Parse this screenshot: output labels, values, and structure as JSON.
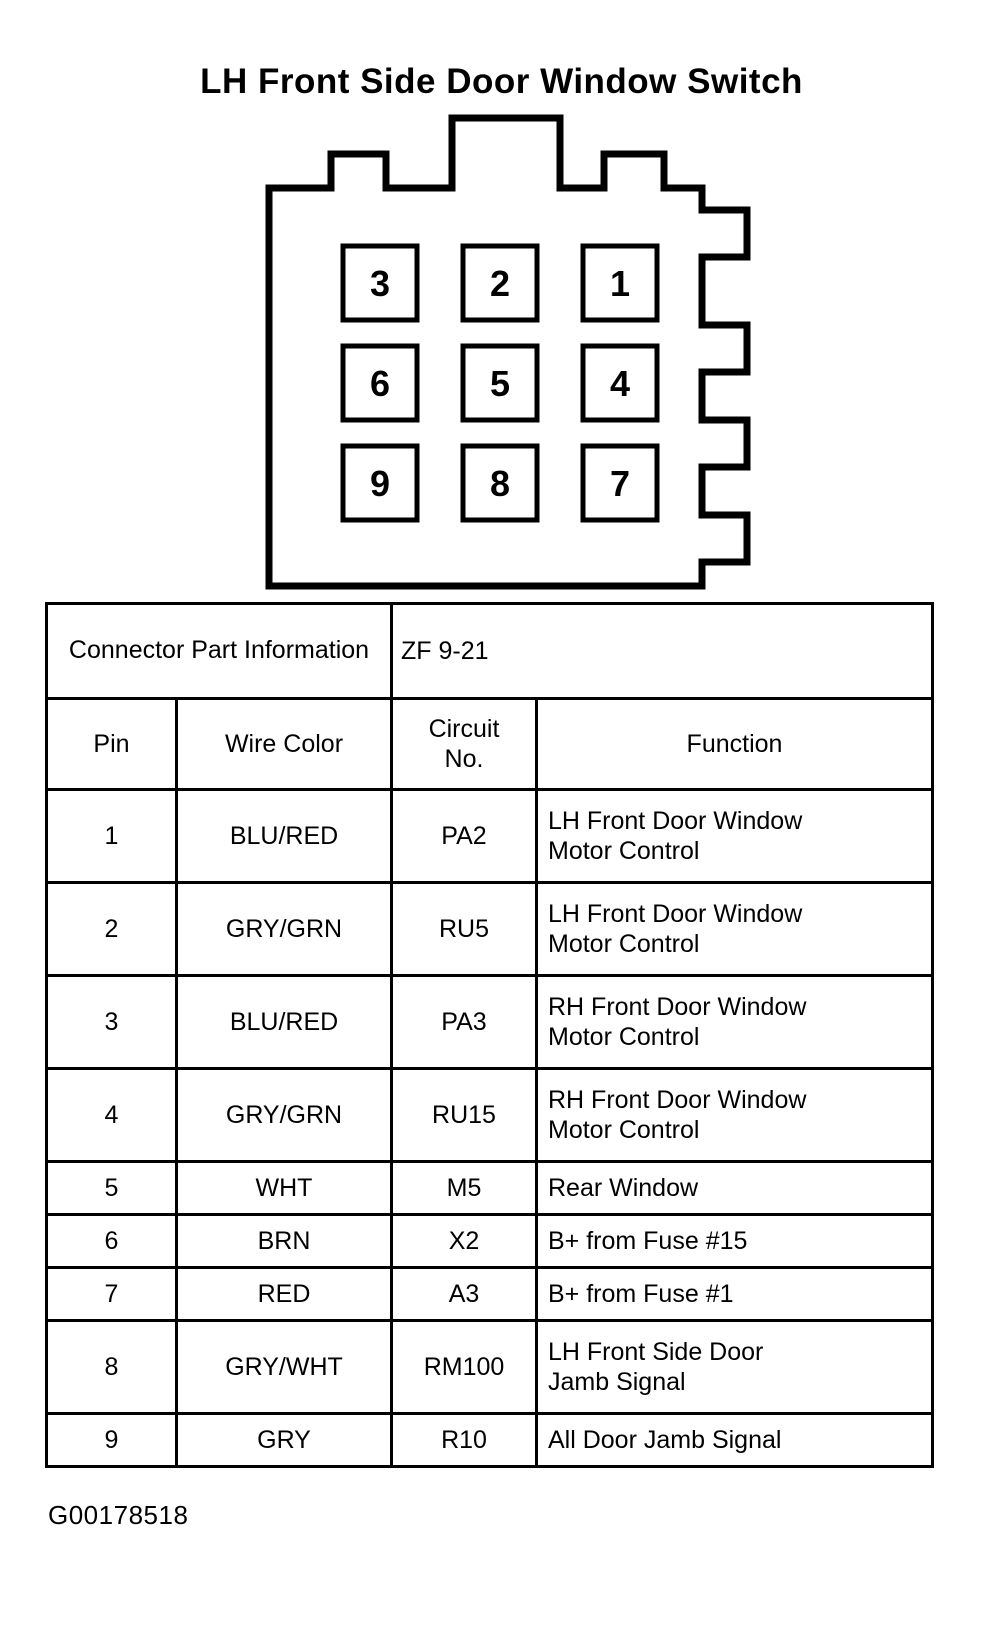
{
  "title": "LH Front Side Door Window Switch",
  "connector": {
    "pin_grid": [
      [
        "3",
        "2",
        "1"
      ],
      [
        "6",
        "5",
        "4"
      ],
      [
        "9",
        "8",
        "7"
      ]
    ],
    "top_tabs": [
      "small-left-tab",
      "large-center-tab",
      "small-right-tab"
    ],
    "right_tabs": [
      "right-tab-1",
      "right-tab-2",
      "right-tab-3",
      "right-tab-4"
    ],
    "outline_color": "#000000",
    "fill_color": "#ffffff"
  },
  "table": {
    "connector_part_information_label": "Connector Part Information",
    "connector_part_information_value": "ZF 9-21",
    "columns": [
      "Pin",
      "Wire Color",
      "Circuit No.",
      "Function"
    ],
    "column_headers": {
      "pin": "Pin",
      "wire_color": "Wire Color",
      "circuit_no_line1": "Circuit",
      "circuit_no_line2": "No.",
      "function": "Function"
    },
    "rows": [
      {
        "pin": "1",
        "wire_color": "BLU/RED",
        "circuit_no": "PA2",
        "function_line1": "LH Front Door Window",
        "function_line2": "Motor Control"
      },
      {
        "pin": "2",
        "wire_color": "GRY/GRN",
        "circuit_no": "RU5",
        "function_line1": "LH Front Door Window",
        "function_line2": "Motor Control"
      },
      {
        "pin": "3",
        "wire_color": "BLU/RED",
        "circuit_no": "PA3",
        "function_line1": "RH Front Door Window",
        "function_line2": "Motor Control"
      },
      {
        "pin": "4",
        "wire_color": "GRY/GRN",
        "circuit_no": "RU15",
        "function_line1": "RH Front Door Window",
        "function_line2": "Motor Control"
      },
      {
        "pin": "5",
        "wire_color": "WHT",
        "circuit_no": "M5",
        "function_line1": "Rear Window",
        "function_line2": ""
      },
      {
        "pin": "6",
        "wire_color": "BRN",
        "circuit_no": "X2",
        "function_line1": "B+ from Fuse #15",
        "function_line2": ""
      },
      {
        "pin": "7",
        "wire_color": "RED",
        "circuit_no": "A3",
        "function_line1": "B+ from Fuse #1",
        "function_line2": ""
      },
      {
        "pin": "8",
        "wire_color": "GRY/WHT",
        "circuit_no": "RM100",
        "function_line1": "LH Front Side Door",
        "function_line2": "Jamb Signal"
      },
      {
        "pin": "9",
        "wire_color": "GRY",
        "circuit_no": "R10",
        "function_line1": "All Door Jamb Signal",
        "function_line2": ""
      }
    ]
  },
  "footer_code": "G00178518"
}
